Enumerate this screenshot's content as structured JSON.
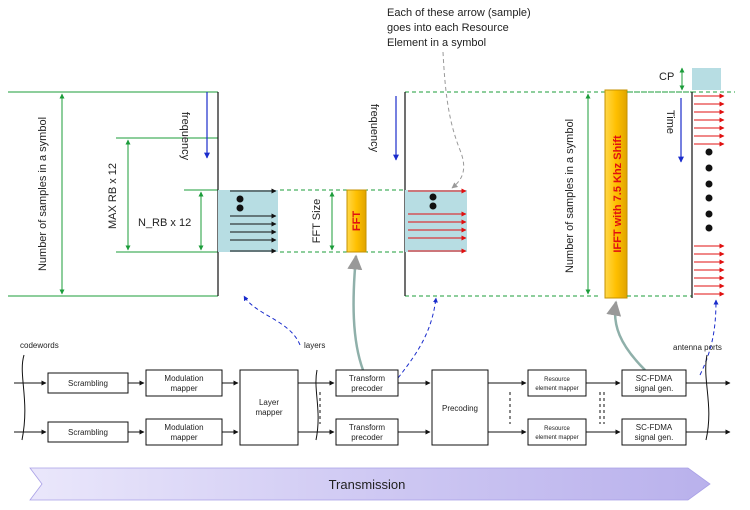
{
  "annotation": {
    "lines": [
      "Each of these arrow (sample)",
      "goes into each Resource",
      "Element in a symbol"
    ]
  },
  "labels": {
    "samples_left": "Number of samples in a symbol",
    "frequency": "frequency",
    "max_rb": "MAX RB x 12",
    "n_rb": "N_RB x 12",
    "fft_size": "FFT Size",
    "fft": "FFT",
    "ifft": "IFFT with 7.5 Khz Shift",
    "samples_right": "Number of samples in a symbol",
    "cp": "CP",
    "time": "Time"
  },
  "chain": {
    "codewords": "codewords",
    "layers": "layers",
    "antenna_ports": "antenna ports",
    "scrambling": "Scrambling",
    "modulation_1": "Modulation",
    "modulation_2": "mapper",
    "layer_mapper_1": "Layer",
    "layer_mapper_2": "mapper",
    "transform_1": "Transform",
    "transform_2": "precoder",
    "precoding": "Precoding",
    "resource_1": "Resource",
    "resource_2": "element mapper",
    "scfdma_1": "SC-FDMA",
    "scfdma_2": "signal gen."
  },
  "transmission": "Transmission",
  "colors": {
    "grid_fill": "#b7dde3",
    "fft_fill": "#ffc000",
    "green": "#1b9c3a",
    "red": "#e01010",
    "blue": "#1a2ccc",
    "banner": "#c9c3f1"
  }
}
